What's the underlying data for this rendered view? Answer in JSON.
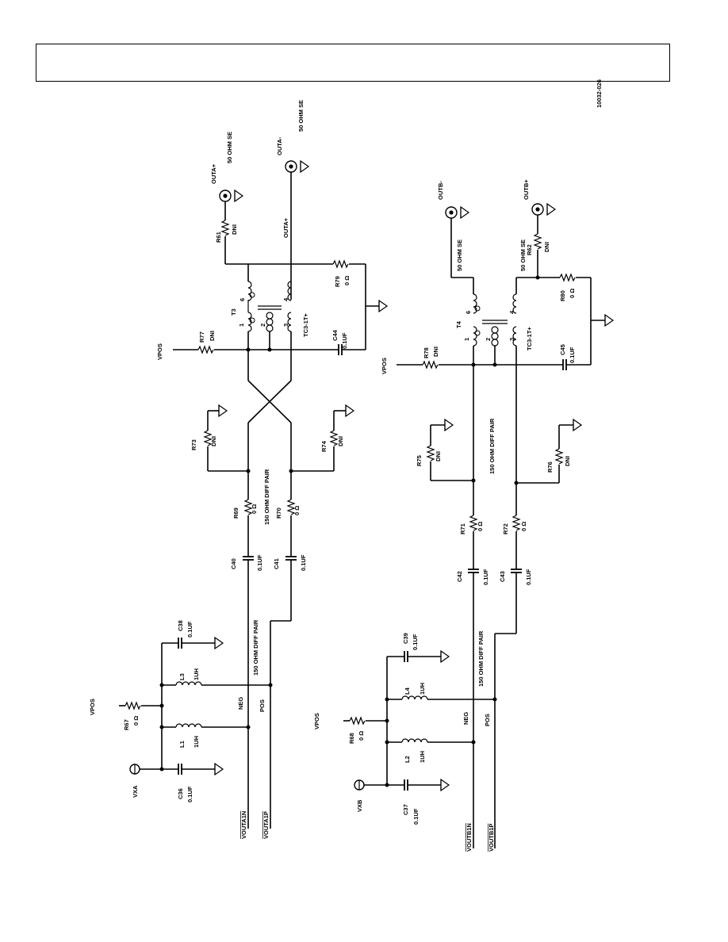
{
  "ref_code": "10032-026",
  "labels": {
    "outa_plus": "OUTA+",
    "outa_minus": "OUTA-",
    "outa_plus_net": "OUTA+",
    "se_a1": "50 OHM SE",
    "se_a2": "50 OHM SE",
    "r61": "R61",
    "r61_v": "DNI",
    "r79": "R79",
    "r79_v": "0 Ω",
    "t3": "T3",
    "t3_part": "TC3-1T+",
    "vpos_a": "VPOS",
    "r77": "R77",
    "r77_v": "DNI",
    "c44": "C44",
    "c44_v": "0.1UF",
    "r73": "R73",
    "r73_v": "DNI",
    "r74": "R74",
    "r74_v": "DNI",
    "r69": "R69",
    "r69_v": "0 Ω",
    "r70": "R70",
    "r70_v": "0 Ω",
    "diff_a1": "150 OHM DIFF PAIR",
    "c40": "C40",
    "c40_v": "0.1UF",
    "c41": "C41",
    "c41_v": "0.1UF",
    "diff_a2": "150 OHM DIFF PAIR",
    "c38": "C38",
    "c38_v": "0.1UF",
    "l3": "L3",
    "l3_v": "1UH",
    "l1": "L1",
    "l1_v": "1UH",
    "vpos_a2": "VPOS",
    "r67": "R67",
    "r67_v": "0 Ω",
    "neg_a": "NEG",
    "pos_a": "POS",
    "vxa": "VXA",
    "c36": "C36",
    "c36_v": "0.1UF",
    "voutain": "VOUTA1N",
    "voutaip": "VOUTA1P",
    "outb_minus": "OUTB-",
    "outb_plus": "OUTB+",
    "se_b1": "50 OHM SE",
    "se_b2": "50 OHM SE",
    "r62": "R62",
    "r62_v": "DNI",
    "r80": "R80",
    "r80_v": "0 Ω",
    "t4": "T4",
    "t4_part": "TC3-1T+",
    "vpos_b": "VPOS",
    "r78": "R78",
    "r78_v": "DNI",
    "c45": "C45",
    "c45_v": "0.1UF",
    "r75": "R75",
    "r75_v": "DNI",
    "r76": "R76",
    "r76_v": "DNI",
    "diff_b1": "150 OHM DIFF PAIR",
    "r71": "R71",
    "r71_v": "0 Ω",
    "r72": "R72",
    "r72_v": "0 Ω",
    "c42": "C42",
    "c42_v": "0.1UF",
    "c43": "C43",
    "c43_v": "0.1UF",
    "diff_b2": "150 OHM DIFF PAIR",
    "c39": "C39",
    "c39_v": "0.1UF",
    "l4": "L4",
    "l4_v": "1UH",
    "l2": "L2",
    "l2_v": "1UH",
    "vpos_b2": "VPOS",
    "r68": "R68",
    "r68_v": "0 Ω",
    "neg_b": "NEG",
    "pos_b": "POS",
    "vxb": "VXB",
    "c37": "C37",
    "c37_v": "0.1UF",
    "voutbin": "VOUTB1N",
    "voutbip": "VOUTB1P",
    "pin1a": "1",
    "pin2a": "2",
    "pin3a": "3",
    "pin4a": "4",
    "pin6a": "6",
    "pin1b": "1",
    "pin2b": "2",
    "pin3b": "3",
    "pin4b": "4",
    "pin6b": "6"
  }
}
